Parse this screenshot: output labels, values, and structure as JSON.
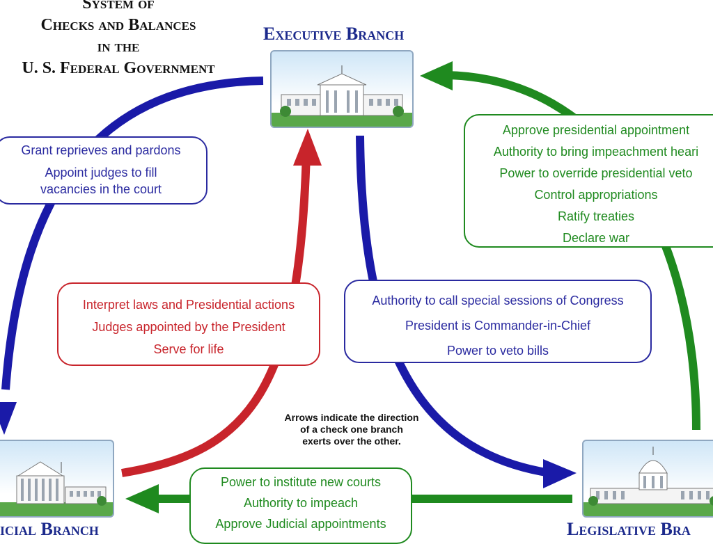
{
  "title": {
    "line1": "System of",
    "line2": "Checks and Balances",
    "line3": "in the",
    "line4": "U. S. Federal Government"
  },
  "branches": {
    "executive": "Executive Branch",
    "judicial": "icial Branch",
    "legislative": "Legislative Bra"
  },
  "boxes": {
    "exec_to_judicial": [
      "Grant reprieves and pardons",
      "Appoint judges to fill",
      "vacancies in the court"
    ],
    "judicial_to_exec": [
      "Interpret laws and Presidential actions",
      "Judges appointed by the President",
      "Serve for life"
    ],
    "exec_to_legislative": [
      "Authority to call special sessions of Congress",
      "President is Commander-in-Chief",
      "Power to veto bills"
    ],
    "legislative_to_exec": [
      "Approve presidential appointment",
      "Authority to bring impeachment heari",
      "Power to override presidential veto",
      "Control appropriations",
      "Ratify treaties",
      "Declare war"
    ],
    "legislative_to_judicial": [
      "Power to institute new courts",
      "Authority to impeach",
      "Approve Judicial appointments"
    ]
  },
  "note": [
    "Arrows indicate the direction",
    "of a check one branch",
    "exerts over the other."
  ],
  "colors": {
    "blue": "#1a1aa8",
    "red": "#c8242b",
    "green": "#1f8a1f"
  },
  "icons": {
    "executive": "white-house-icon",
    "judicial": "supreme-court-icon",
    "legislative": "capitol-icon"
  }
}
